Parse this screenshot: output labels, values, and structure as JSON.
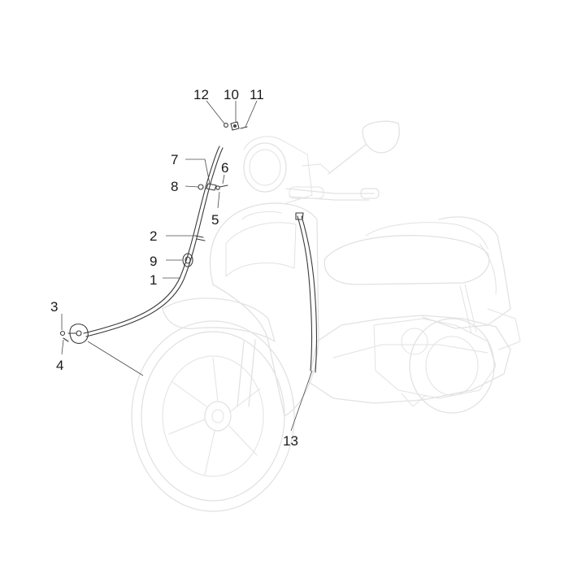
{
  "diagram": {
    "callouts": [
      {
        "id": "1",
        "label": "1"
      },
      {
        "id": "2",
        "label": "2"
      },
      {
        "id": "3",
        "label": "3"
      },
      {
        "id": "4",
        "label": "4"
      },
      {
        "id": "5",
        "label": "5"
      },
      {
        "id": "6",
        "label": "6"
      },
      {
        "id": "7",
        "label": "7"
      },
      {
        "id": "8",
        "label": "8"
      },
      {
        "id": "9",
        "label": "9"
      },
      {
        "id": "10",
        "label": "10"
      },
      {
        "id": "11",
        "label": "11"
      },
      {
        "id": "12",
        "label": "12"
      },
      {
        "id": "13",
        "label": "13"
      }
    ],
    "colors": {
      "scooter_outline": "#e2e2e2",
      "part_stroke": "#3a3a3a",
      "label": "#1a1a1a"
    }
  }
}
